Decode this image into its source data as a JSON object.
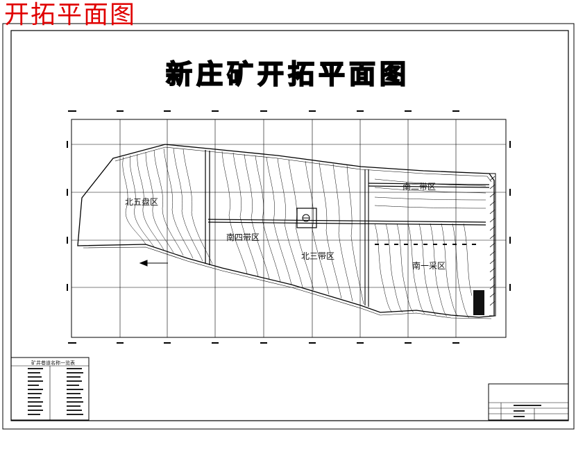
{
  "caption": "开拓平面图",
  "drawing": {
    "title": "新庄矿开拓平面图",
    "regions": {
      "north_five": "北五盘区",
      "south_four": "南四带区",
      "north_three": "北三带区",
      "south_two": "南二带区",
      "south_one": "南一采区"
    },
    "legend": {
      "title": "矿井巷道名称一览表"
    }
  },
  "colors": {
    "caption_red": "#e00000",
    "line": "#000000",
    "background": "#ffffff"
  }
}
